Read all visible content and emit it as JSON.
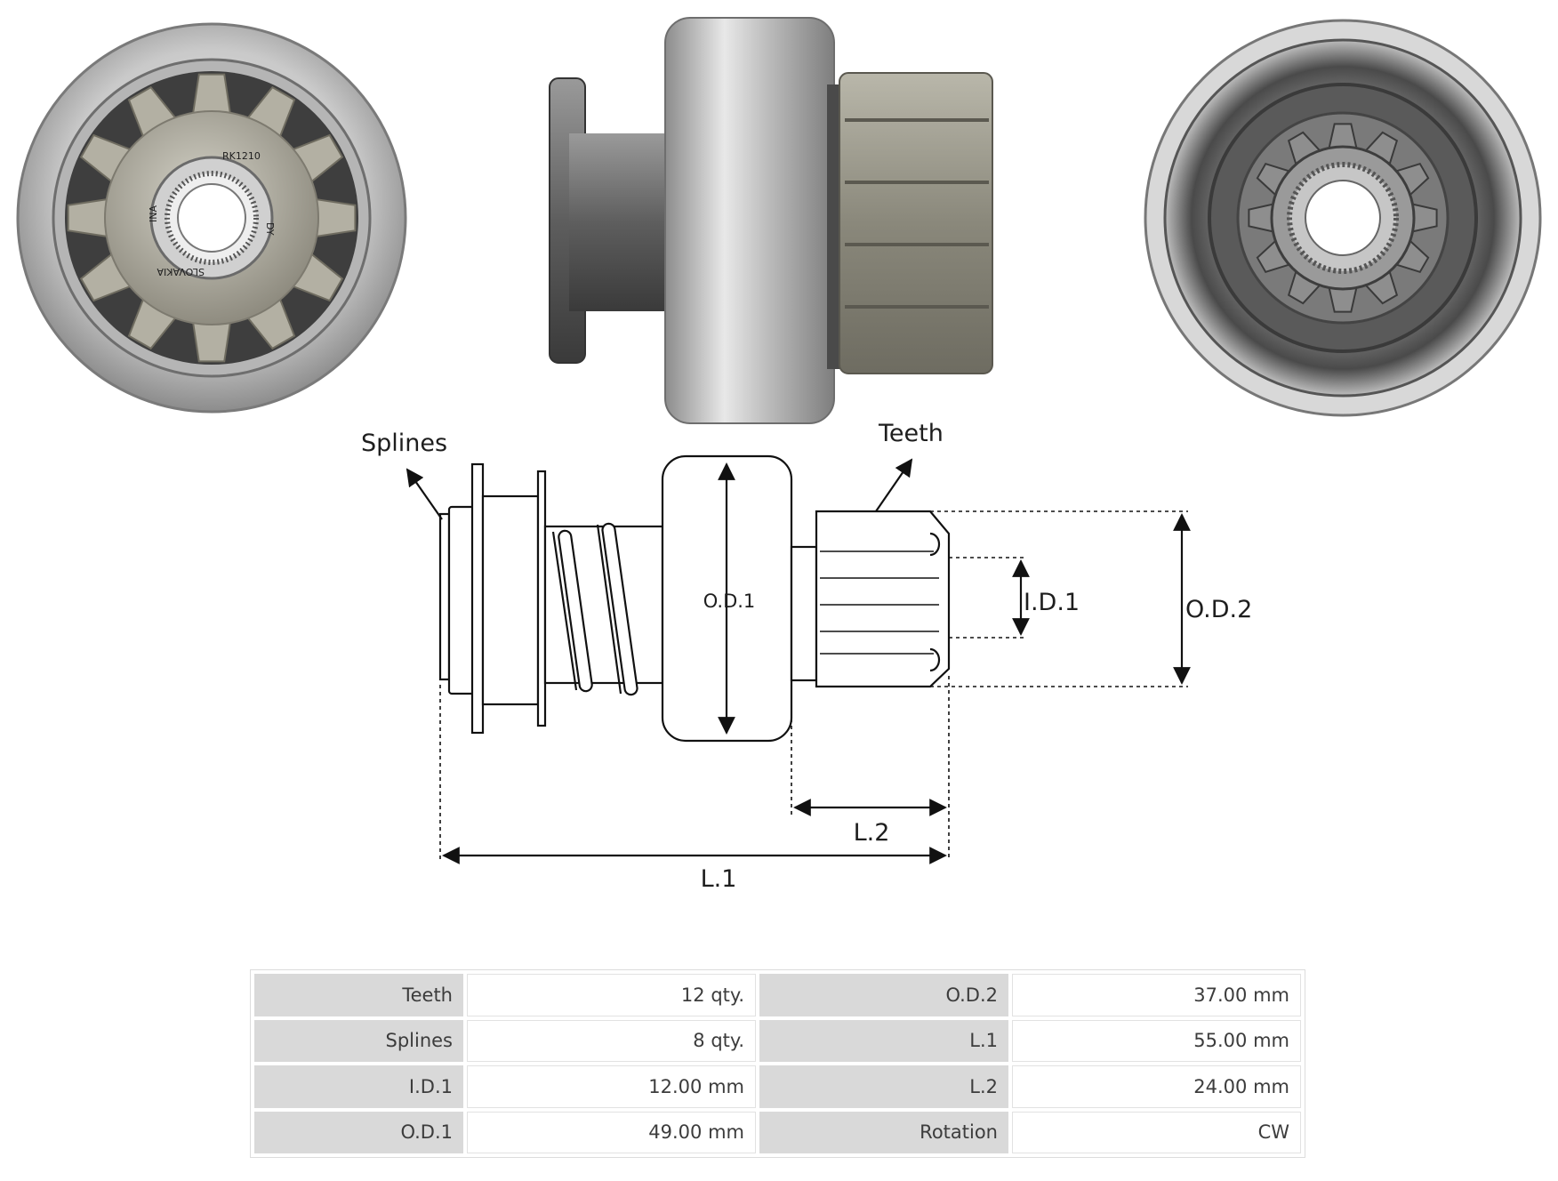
{
  "photos": {
    "front": "front view photo of starter drive pinion (12 teeth) with embossed text",
    "side": "side view photo of starter drive",
    "rear": "rear view photo of starter drive showing splines"
  },
  "pinion_markings": {
    "top": "RK1210",
    "left": "INA",
    "right": "DY",
    "bottom": "SLOVAKIA"
  },
  "diagram": {
    "splines_label": "Splines",
    "teeth_label": "Teeth",
    "od1_label": "O.D.1",
    "id1_label": "I.D.1",
    "od2_label": "O.D.2",
    "l2_label": "L.2",
    "l1_label": "L.1"
  },
  "specs": {
    "rows": [
      {
        "k1": "Teeth",
        "v1": "12 qty.",
        "k2": "O.D.2",
        "v2": "37.00 mm"
      },
      {
        "k1": "Splines",
        "v1": "8 qty.",
        "k2": "L.1",
        "v2": "55.00 mm"
      },
      {
        "k1": "I.D.1",
        "v1": "12.00 mm",
        "k2": "L.2",
        "v2": "24.00 mm"
      },
      {
        "k1": "O.D.1",
        "v1": "49.00 mm",
        "k2": "Rotation",
        "v2": "CW"
      }
    ]
  }
}
